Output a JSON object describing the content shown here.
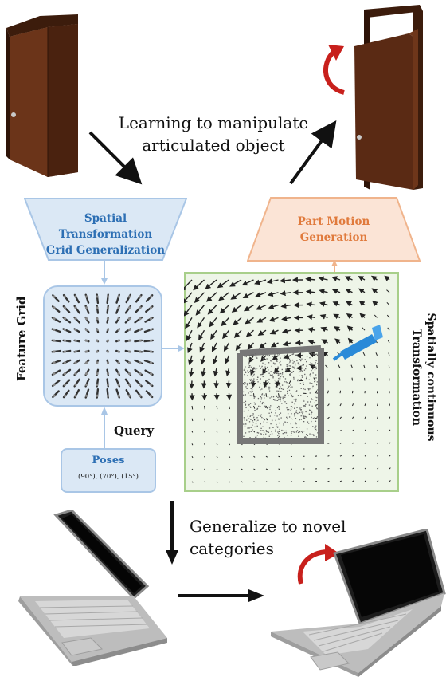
{
  "top_caption": {
    "line1": "Learning to manipulate",
    "line2": "articulated object"
  },
  "spatial_box": {
    "line1": "Spatial Transformation",
    "line2": "Grid Generalization",
    "color": "#2d6fb4"
  },
  "part_motion_box": {
    "line1": "Part Motion",
    "line2": "Generation",
    "color": "#e07a3c"
  },
  "feature_grid_label": "Feature Grid",
  "query_label": "Query",
  "poses_box": {
    "title": "Poses",
    "values": "(90°), (70°), (15°)"
  },
  "right_label": {
    "line1": "Spatially continuous",
    "line2": "Transformation"
  },
  "bottom_caption": {
    "line1": "Generalize to novel",
    "line2": "categories"
  },
  "colors": {
    "blue_fill": "#dbe8f5",
    "blue_stroke": "#a9c6e6",
    "orange_fill": "#fbe4d6",
    "orange_stroke": "#f0b48c",
    "green_fill": "#eef5e8",
    "green_stroke": "#a8cf8a",
    "door": "#5a2a14",
    "rotate_arrow": "#c8201c",
    "gripper": "#2a8ad8"
  }
}
